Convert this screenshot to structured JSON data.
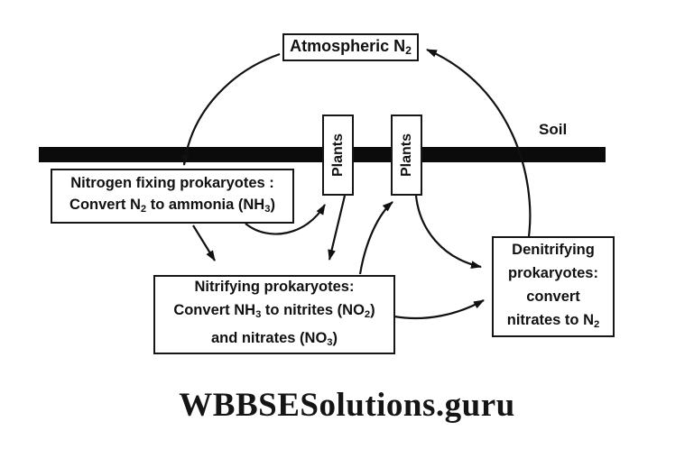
{
  "colors": {
    "ink": "#111111",
    "background": "#ffffff",
    "soil_bar": "#0b0b0b"
  },
  "soil": {
    "label": "Soil"
  },
  "watermark": {
    "text": "WBBSESolutions.guru"
  },
  "nodes": {
    "atmospheric": {
      "label_segs": [
        {
          "t": "Atmospheric N"
        },
        {
          "t": "2",
          "sub": true
        }
      ]
    },
    "plants_left": {
      "label": "Plants"
    },
    "plants_right": {
      "label": "Plants"
    },
    "nitrogen_fixing": {
      "lines": [
        [
          {
            "t": "Nitrogen fixing prokaryotes :"
          }
        ],
        [
          {
            "t": "Convert N"
          },
          {
            "t": "2",
            "sub": true
          },
          {
            "t": " to ammonia (NH"
          },
          {
            "t": "3",
            "sub": true
          },
          {
            "t": ")"
          }
        ]
      ]
    },
    "nitrifying": {
      "lines": [
        [
          {
            "t": "Nitrifying prokaryotes:"
          }
        ],
        [
          {
            "t": "Convert NH"
          },
          {
            "t": "3",
            "sub": true
          },
          {
            "t": " to nitrites (NO"
          },
          {
            "t": "2",
            "sub": true
          },
          {
            "t": ")"
          }
        ],
        [
          {
            "t": "and nitrates (NO"
          },
          {
            "t": "3",
            "sub": true
          },
          {
            "t": ")"
          }
        ]
      ]
    },
    "denitrifying": {
      "lines": [
        [
          {
            "t": "Denitrifying"
          }
        ],
        [
          {
            "t": "prokaryotes:"
          }
        ],
        [
          {
            "t": "convert"
          }
        ],
        [
          {
            "t": "nitrates to N"
          },
          {
            "t": "2",
            "sub": true
          }
        ]
      ]
    }
  },
  "edges": [
    {
      "from": "atmospheric-n2",
      "to": "nitrogen-fixing-prokaryotes"
    },
    {
      "from": "nitrogen-fixing-prokaryotes",
      "to": "nitrifying-prokaryotes"
    },
    {
      "from": "nitrogen-fixing-prokaryotes",
      "to": "plants-left"
    },
    {
      "from": "plants-left",
      "to": "nitrifying-prokaryotes"
    },
    {
      "from": "nitrifying-prokaryotes",
      "to": "plants-right"
    },
    {
      "from": "plants-right",
      "to": "denitrifying-prokaryotes"
    },
    {
      "from": "nitrifying-prokaryotes",
      "to": "denitrifying-prokaryotes"
    },
    {
      "from": "denitrifying-prokaryotes",
      "to": "atmospheric-n2"
    }
  ]
}
